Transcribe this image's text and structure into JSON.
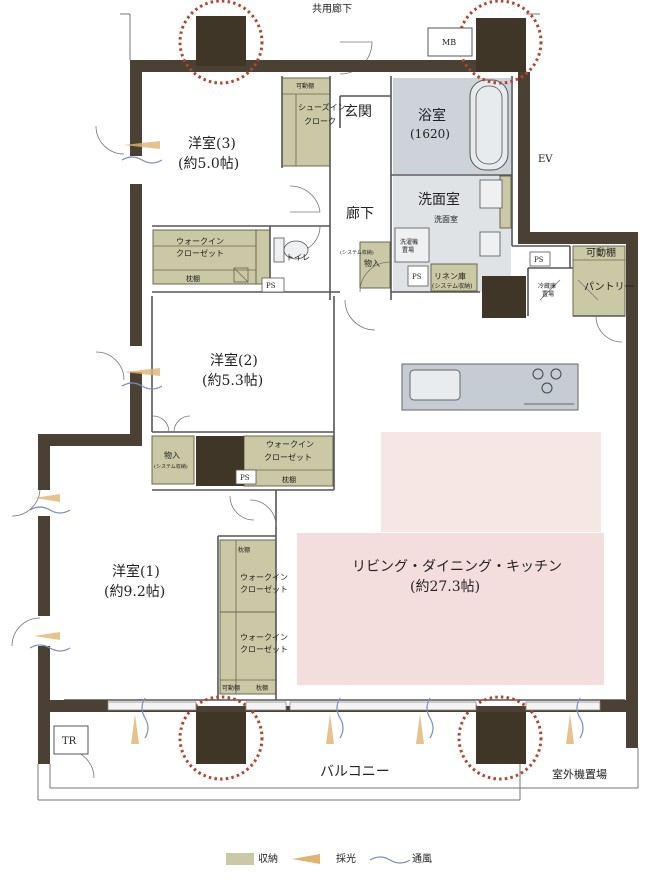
{
  "colors": {
    "wall": "#4a4033",
    "storage": "#cbc8a5",
    "storage_stroke": "#6b6650",
    "ldk_fill": "#f3dedd",
    "ldk_fill_upper": "#f6e6e4",
    "bath": "#cdd3d9",
    "wash": "#dfe3e6",
    "column_ring": "#b5452f",
    "counter": "#c6ccd3",
    "light_ray": "#e0b470",
    "wind": "#7b8fbf"
  },
  "labels": {
    "common_corridor": "共用廊下",
    "mb": "MB",
    "ev": "EV",
    "entrance": "玄関",
    "bath": "浴室",
    "bath_size": "(1620)",
    "corridor": "廊下",
    "washroom": "洗面室",
    "washroom_sub": "洗面室",
    "washer": "洗濯機",
    "washer_2": "置場",
    "linen_1": "リネン庫",
    "linen_2": "(システム収納)",
    "storage_center": "物入",
    "storage_center_sub": "(システム収納)",
    "ps": "PS",
    "fridge_1": "冷蔵庫",
    "fridge_2": "置場",
    "pantry": "パントリー",
    "adjustable_shelf": "可動棚",
    "shoes_cloak_1": "シューズイン",
    "shoes_cloak_2": "クローク",
    "room3": "洋室(3)",
    "room3_size": "(約5.0帖)",
    "walkin": "ウォークイン",
    "closet": "クローゼット",
    "shelf": "枕棚",
    "toilet": "トイレ",
    "room2": "洋室(2)",
    "room2_size": "(約5.3帖)",
    "storage_small": "物入",
    "storage_small_sub": "(システム収納)",
    "room1": "洋室(1)",
    "room1_size": "(約9.2帖)",
    "ldk": "リビング・ダイニング・キッチン",
    "ldk_size": "(約27.3帖)",
    "tr": "TR",
    "balcony": "バルコニー",
    "outdoor_unit": "室外機置場",
    "legend_storage": "収納",
    "legend_light": "採光",
    "legend_wind": "通風"
  }
}
